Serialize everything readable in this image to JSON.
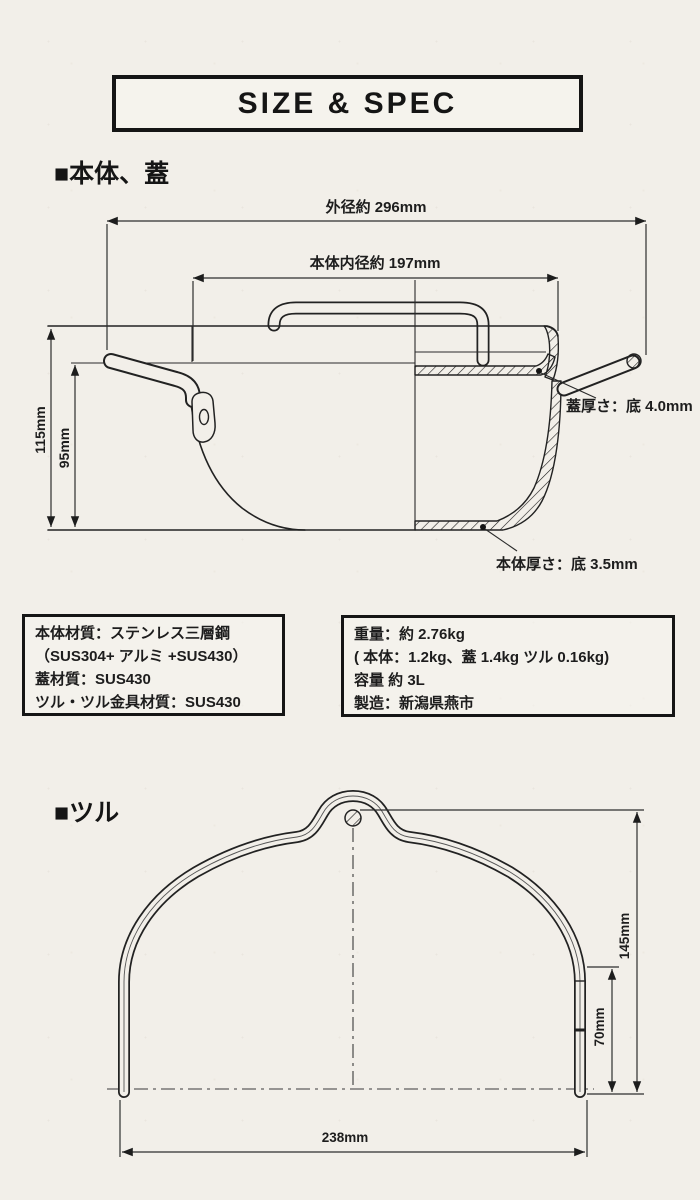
{
  "title": "SIZE & SPEC",
  "sections": {
    "body_lid": {
      "heading": "■本体、蓋",
      "dim_outer_diameter": "外径約 296mm",
      "dim_inner_diameter": "本体内径約 197mm",
      "dim_total_height": "115mm",
      "dim_body_height": "95mm",
      "label_lid_thickness": "蓋厚さ：底 4.0mm",
      "label_body_thickness": "本体厚さ：底 3.5mm"
    },
    "handle": {
      "heading": "■ツル",
      "dim_height": "145mm",
      "dim_grip": "70mm",
      "dim_width": "238mm"
    }
  },
  "spec_boxes": {
    "materials": {
      "line1": "本体材質：ステンレス三層鋼",
      "line2": "（SUS304+ アルミ +SUS430）",
      "line3": "蓋材質：SUS430",
      "line4": "ツル・ツル金具材質：SUS430"
    },
    "weight": {
      "line1": "重量：約 2.76kg",
      "line2": "( 本体：1.2kg、蓋 1.4kg ツル 0.16kg)",
      "line3": "容量 約 3L",
      "line4": "製造：新潟県燕市"
    }
  },
  "colors": {
    "background": "#f2efe9",
    "ink": "#1d1d1d"
  }
}
